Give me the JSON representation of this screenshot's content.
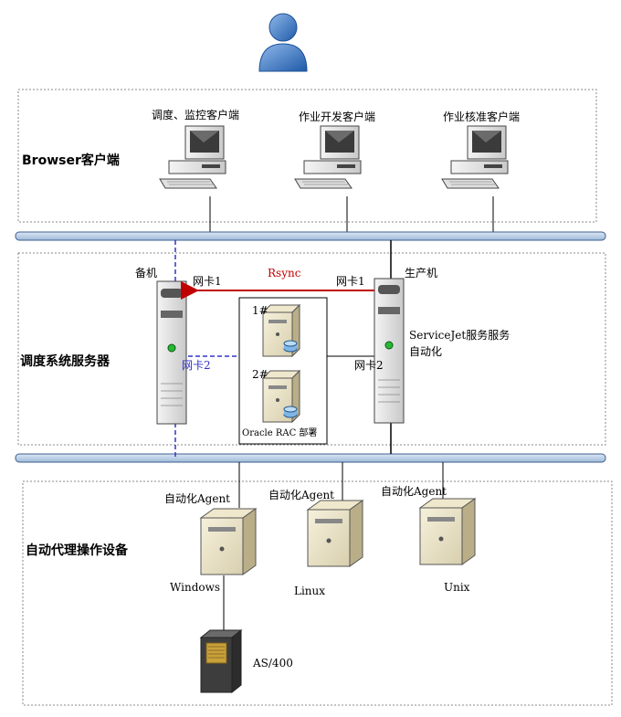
{
  "zones": {
    "browser": "Browser客户端",
    "scheduler": "调度系统服务器",
    "agents": "自动代理操作设备"
  },
  "clients": [
    {
      "label": "调度、监控客户端"
    },
    {
      "label": "作业开发客户端"
    },
    {
      "label": "作业核准客户端"
    }
  ],
  "servers": {
    "backup": "备机",
    "production": "生产机",
    "nic1_left": "网卡1",
    "nic1_right": "网卡1",
    "nic2_left": "网卡2",
    "nic2_right": "网卡2",
    "rsync": "Rsync",
    "service_line1": "ServiceJet服务服务",
    "service_line2": "自动化",
    "db1": "1#",
    "db2": "2#",
    "db_caption": "Oracle RAC 部署"
  },
  "agents": [
    {
      "label": "自动化Agent",
      "os": "Windows"
    },
    {
      "label": "自动化Agent",
      "os": "Linux"
    },
    {
      "label": "自动化Agent",
      "os": "Unix"
    }
  ],
  "as400": "AS/400",
  "colors": {
    "bus": "#b8cde4",
    "bus_stroke": "#3d5f8f",
    "rsync": "#c00000",
    "dashed_link": "#3333cc",
    "user": "#2f6fc0"
  }
}
